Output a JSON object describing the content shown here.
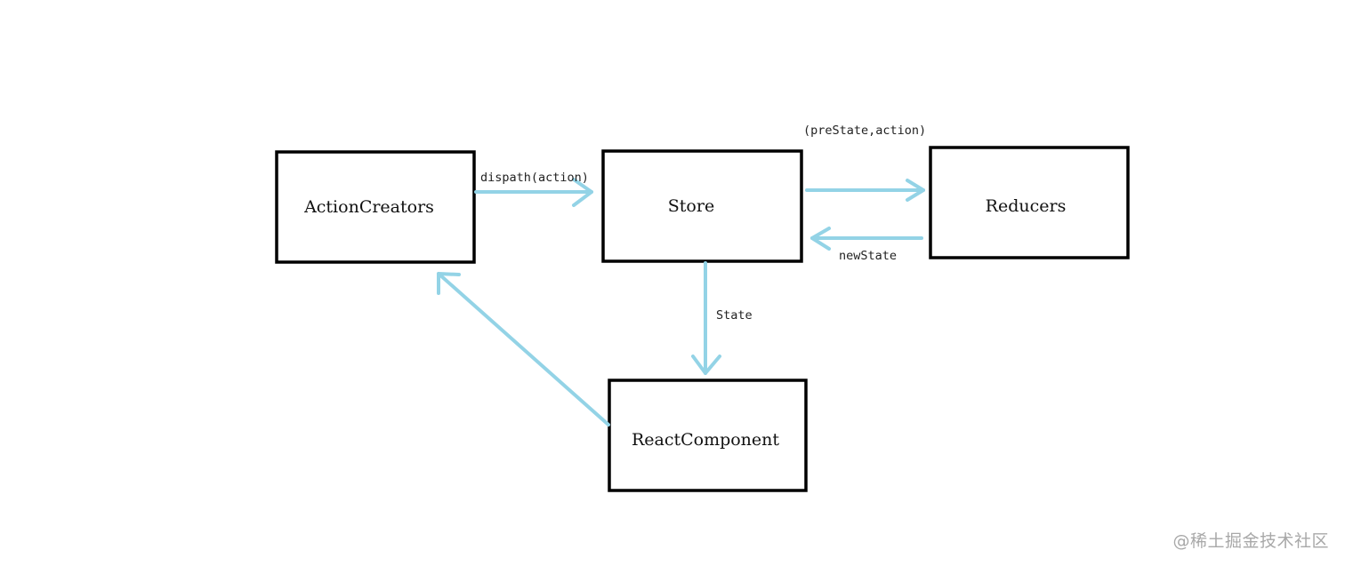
{
  "diagram": {
    "nodes": {
      "action_creators": "ActionCreators",
      "store": "Store",
      "reducers": "Reducers",
      "react_component": "ReactComponent"
    },
    "edges": {
      "dispatch": "dispath(action)",
      "pre_state": "(preState,action)",
      "new_state": "newState",
      "state": "State"
    },
    "edge_color": "#93d3e6"
  },
  "watermark": "@稀土掘金技术社区"
}
